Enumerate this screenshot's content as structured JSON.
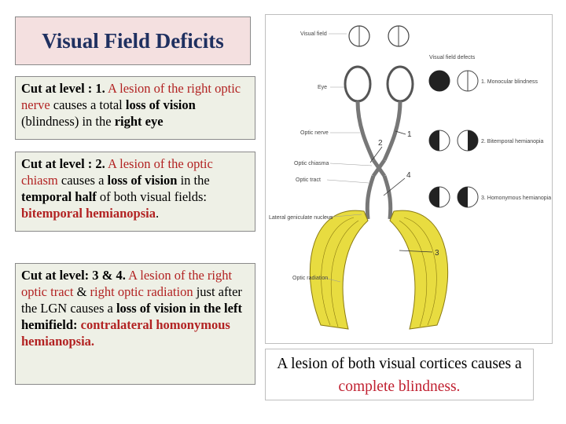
{
  "title": "Visual Field Deficits",
  "cut1": {
    "label": "Cut at level : 1.",
    "t1": " A lesion of the right optic nerve",
    "t2": " causes a total ",
    "t3": "loss of vision",
    "t4": " (blindness) in the ",
    "t5": "right eye"
  },
  "cut2": {
    "label": "Cut at level : 2.",
    "t1": " A lesion of the optic chiasm",
    "t2": " causes a ",
    "t3": "loss of vision",
    "t4": " in the ",
    "t5": "temporal half",
    "t6": " of both visual fields: ",
    "t7": "bitemporal hemianopsia",
    "t8": "."
  },
  "cut3": {
    "label": "Cut at level: 3 & 4.",
    "t1": " A lesion of the right optic tract",
    "t2": " & ",
    "t3": "right optic radiation",
    "t4": " just after the LGN causes a ",
    "t5": "loss of vision in the left hemifield:",
    "t6": " ",
    "t7": "contralateral homonymous hemianopsia."
  },
  "bottom": {
    "t1": "A lesion of both visual cortices causes a ",
    "t2": "complete blindness."
  },
  "diagram": {
    "labels": {
      "visual_field": "Visual field",
      "eye": "Eye",
      "optic_nerve": "Optic nerve",
      "optic_chiasma": "Optic chiasma",
      "optic_tract": "Optic tract",
      "lgn": "Lateral geniculate nucleus",
      "optic_radiation": "Optic radiation",
      "defects": "Visual field defects",
      "d1": "1. Monocular blindness",
      "d2": "2. Bitemporal hemianopia",
      "d3": "3. Homonymous hemianopia"
    },
    "numbers": {
      "n1": "1",
      "n2": "2",
      "n3": "3",
      "n4": "4"
    }
  },
  "colors": {
    "title_text": "#1f3060",
    "title_bg": "#f4e0e0",
    "panel_bg": "#eef0e6",
    "lesion_text": "#b22222",
    "radiation": "#e8dc40"
  }
}
